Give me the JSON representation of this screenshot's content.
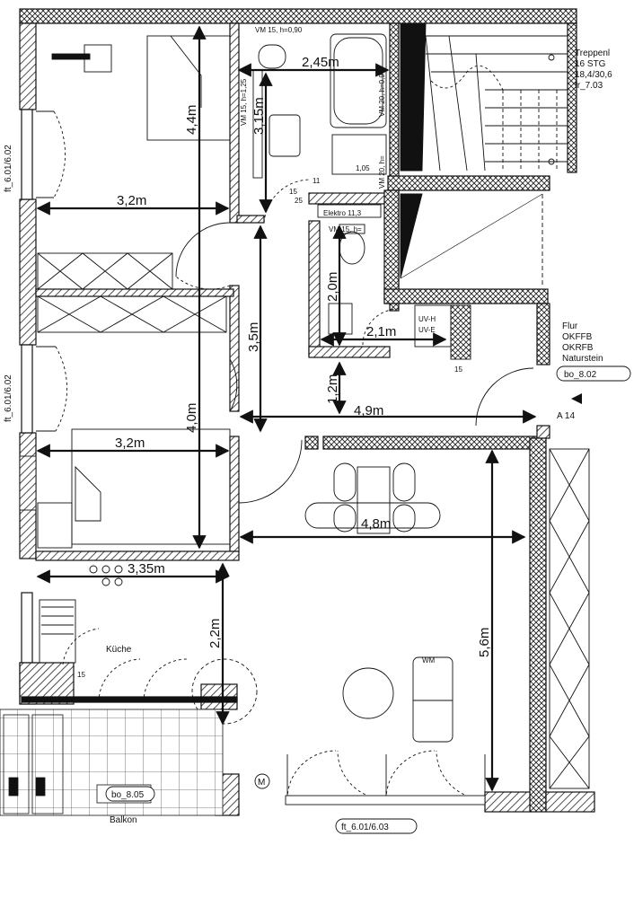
{
  "dimensions": {
    "d1": "4,4m",
    "d2": "2,45m",
    "d3": "3,15m",
    "d4": "3,2m",
    "d5": "2,0m",
    "d6": "2,1m",
    "d7": "3,5m",
    "d8": "1,2m",
    "d9": "4,9m",
    "d10": "4,0m",
    "d11": "3,2m",
    "d12": "4,8m",
    "d13": "3,35m",
    "d14": "2,2m",
    "d15": "5,6m"
  },
  "rooms": {
    "kitchen": "Küche",
    "balcony": "Balkon"
  },
  "tags": {
    "ft_top": "ft_6.01/6.02",
    "ft_mid": "ft_6.01/6.02",
    "bo_802": "bo_8.02",
    "bo_805": "bo_8.05",
    "ft_bottom": "ft_6.01/6.03",
    "a14": "A 14",
    "m": "M"
  },
  "stair": {
    "line1": "Treppenl",
    "line2": "16 STG",
    "line3": "18,4/30,6",
    "line4": "fr_7.03"
  },
  "flur": {
    "line1": "Flur",
    "line2": "OKFFB",
    "line3": "OKRFB",
    "line4": "Naturstein"
  },
  "labels": {
    "vm_top": "VM 15, h=0,90",
    "vm20": "VM 20, h=0,9",
    "vm15_125": "VM 15, h=1,25",
    "vm_mid": "VM 15, h=",
    "vm_side": "VM 20, h=",
    "elektro": "Elektro 11,3",
    "uvh": "UV-H",
    "uve": "UV-E",
    "wm": "WM",
    "n1": "1,05",
    "n2": "11",
    "n3": "15",
    "n4": "25",
    "n5": "15",
    "n6": "15"
  }
}
